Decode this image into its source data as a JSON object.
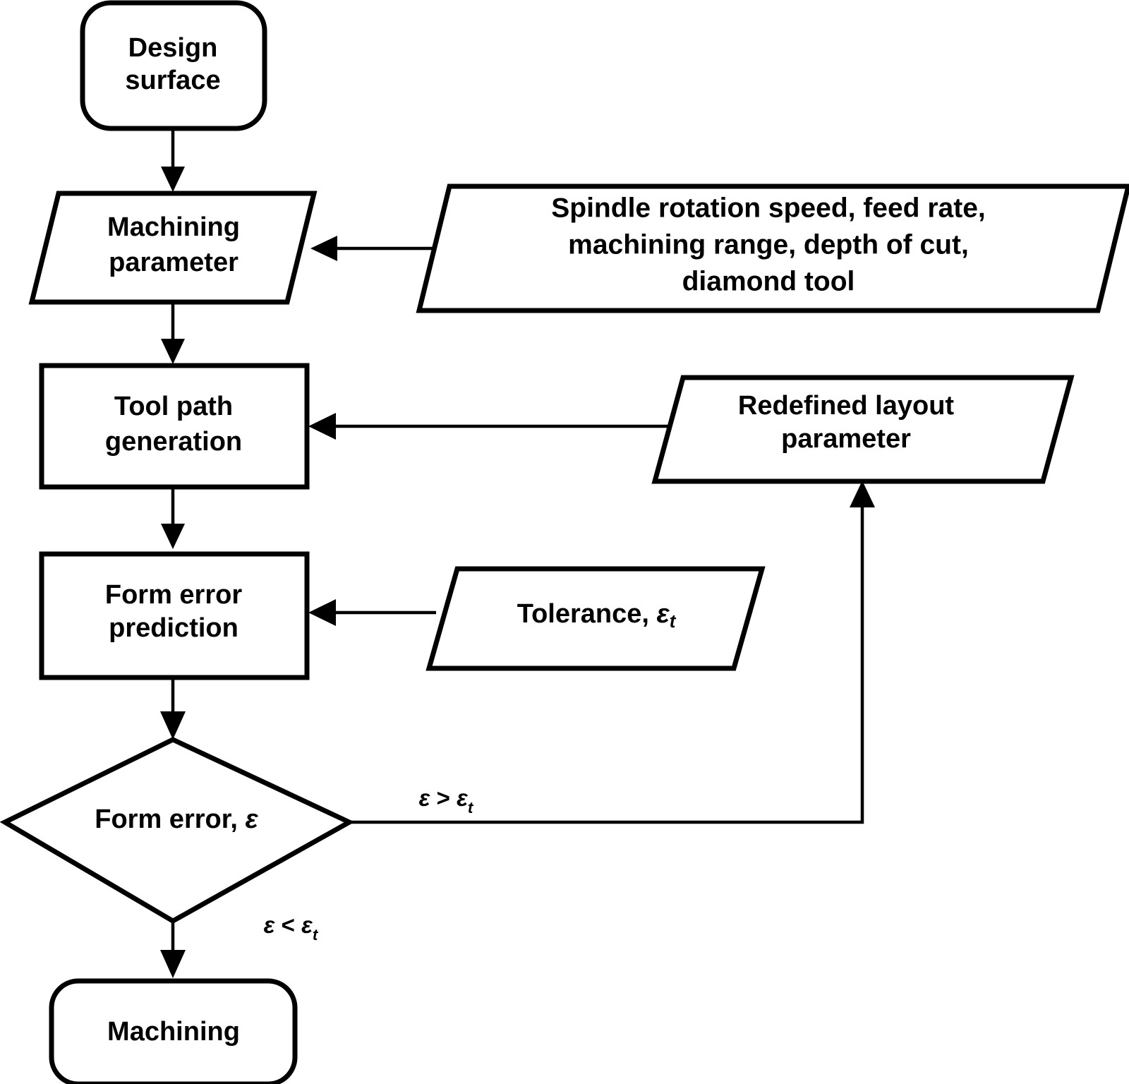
{
  "diagram": {
    "title": "Machining process flowchart",
    "colors": {
      "stroke": "#000000",
      "fill": "#ffffff",
      "text": "#000000"
    },
    "nodes": {
      "design_surface": {
        "shape": "rounded-rectangle",
        "line1": "Design",
        "line2": "surface"
      },
      "machining_parameter": {
        "shape": "parallelogram",
        "line1": "Machining",
        "line2": "parameter"
      },
      "parameter_list": {
        "shape": "parallelogram",
        "line1": "Spindle rotation speed, feed rate,",
        "line2": "machining range, depth of cut,",
        "line3": "diamond tool"
      },
      "tool_path_generation": {
        "shape": "rectangle",
        "line1": "Tool path",
        "line2": "generation"
      },
      "redefined_layout_parameter": {
        "shape": "parallelogram",
        "line1": "Redefined layout",
        "line2": "parameter"
      },
      "form_error_prediction": {
        "shape": "rectangle",
        "line1": "Form error",
        "line2": "prediction"
      },
      "tolerance": {
        "shape": "parallelogram",
        "text_prefix": "Tolerance, ",
        "symbol": "ε",
        "subscript": "t"
      },
      "form_error_decision": {
        "shape": "diamond",
        "text_prefix": "Form error, ",
        "symbol": "ε"
      },
      "machining": {
        "shape": "rounded-rectangle",
        "line1": "Machining"
      }
    },
    "edge_labels": {
      "error_greater": {
        "symbol": "ε",
        "operator": " > ",
        "symbol2": "ε",
        "subscript2": "t"
      },
      "error_less": {
        "symbol": "ε",
        "operator": " < ",
        "symbol2": "ε",
        "subscript2": "t"
      }
    }
  }
}
